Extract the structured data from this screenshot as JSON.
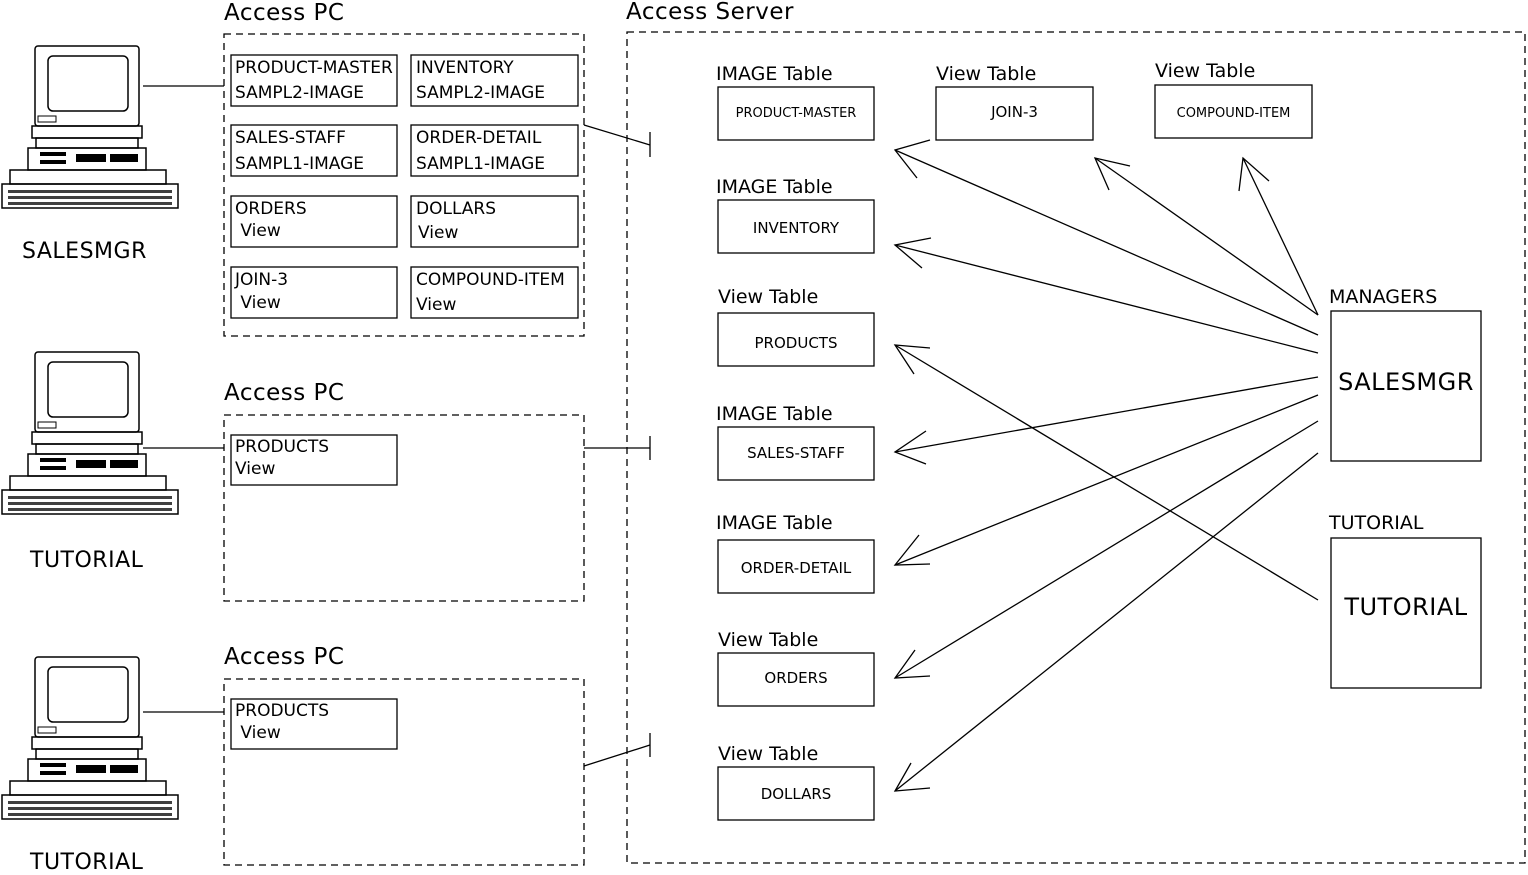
{
  "access_pcs": [
    {
      "title": "Access PC",
      "user": "SALESMGR",
      "items": [
        {
          "line1": "PRODUCT-MASTER",
          "line2": "SAMPL2-IMAGE"
        },
        {
          "line1": "INVENTORY",
          "line2": "SAMPL2-IMAGE"
        },
        {
          "line1": "SALES-STAFF",
          "line2": "SAMPL1-IMAGE"
        },
        {
          "line1": "ORDER-DETAIL",
          "line2": "SAMPL1-IMAGE"
        },
        {
          "line1": "ORDERS",
          "line2": " View"
        },
        {
          "line1": "DOLLARS",
          "line2": "View"
        },
        {
          "line1": "JOIN-3",
          "line2": " View"
        },
        {
          "line1": "COMPOUND-ITEM",
          "line2": "View"
        }
      ]
    },
    {
      "title": "Access PC",
      "user": "TUTORIAL",
      "items": [
        {
          "line1": "PRODUCTS",
          "line2": "View"
        }
      ]
    },
    {
      "title": "Access PC",
      "user": "TUTORIAL",
      "items": [
        {
          "line1": "PRODUCTS",
          "line2": " View"
        }
      ]
    }
  ],
  "server": {
    "title": "Access Server",
    "tables": [
      {
        "kind": "IMAGE Table",
        "name": "PRODUCT-MASTER"
      },
      {
        "kind": "IMAGE Table",
        "name": "INVENTORY"
      },
      {
        "kind": "View Table",
        "name": "PRODUCTS"
      },
      {
        "kind": "IMAGE Table",
        "name": "SALES-STAFF"
      },
      {
        "kind": "IMAGE Table",
        "name": "ORDER-DETAIL"
      },
      {
        "kind": "View Table",
        "name": "ORDERS"
      },
      {
        "kind": "View Table",
        "name": "DOLLARS"
      },
      {
        "kind": "View Table",
        "name": "JOIN-3"
      },
      {
        "kind": "View Table",
        "name": "COMPOUND-ITEM"
      }
    ],
    "groups": [
      {
        "label": "MANAGERS",
        "name": "SALESMGR"
      },
      {
        "label": "TUTORIAL",
        "name": "TUTORIAL"
      }
    ]
  }
}
